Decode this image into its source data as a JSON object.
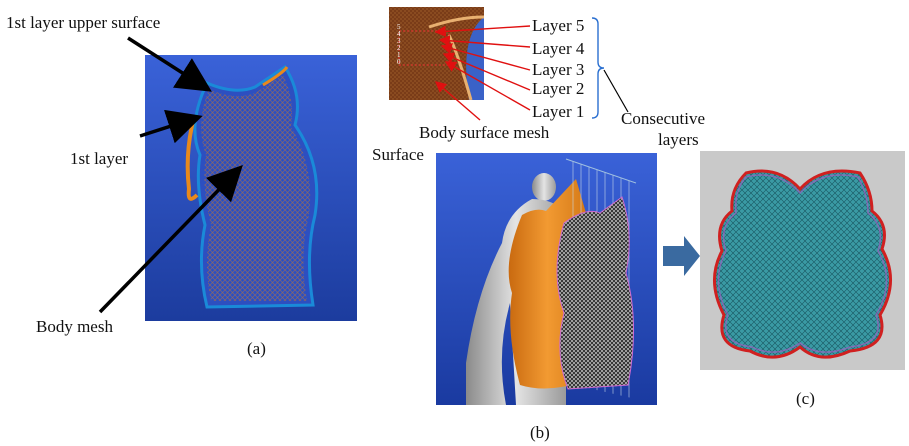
{
  "panel_a": {
    "caption": "(a)",
    "labels": {
      "upper_surface": "1st layer upper surface",
      "first_layer": "1st layer",
      "body_mesh": "Body mesh"
    }
  },
  "panel_b": {
    "caption": "(b)",
    "inset_numbers": [
      "5",
      "4",
      "3",
      "2",
      "1",
      "0"
    ],
    "layers": [
      "Layer 5",
      "Layer 4",
      "Layer 3",
      "Layer 2",
      "Layer 1"
    ],
    "consecutive_layers": "Consecutive layers",
    "consecutive_line1": "Consecutive",
    "consecutive_line2": "layers",
    "body_surface_mesh": "Body surface mesh",
    "surface": "Surface"
  },
  "panel_c": {
    "caption": "(c)"
  },
  "colors": {
    "render_blue": "#2a5bd0",
    "garment_orange": "#e8891c",
    "mesh_teal": "#2f8f9a",
    "outline_red": "#d02020",
    "arrow_blue": "#3a6aa0",
    "bracket_blue": "#2a6fd0"
  }
}
